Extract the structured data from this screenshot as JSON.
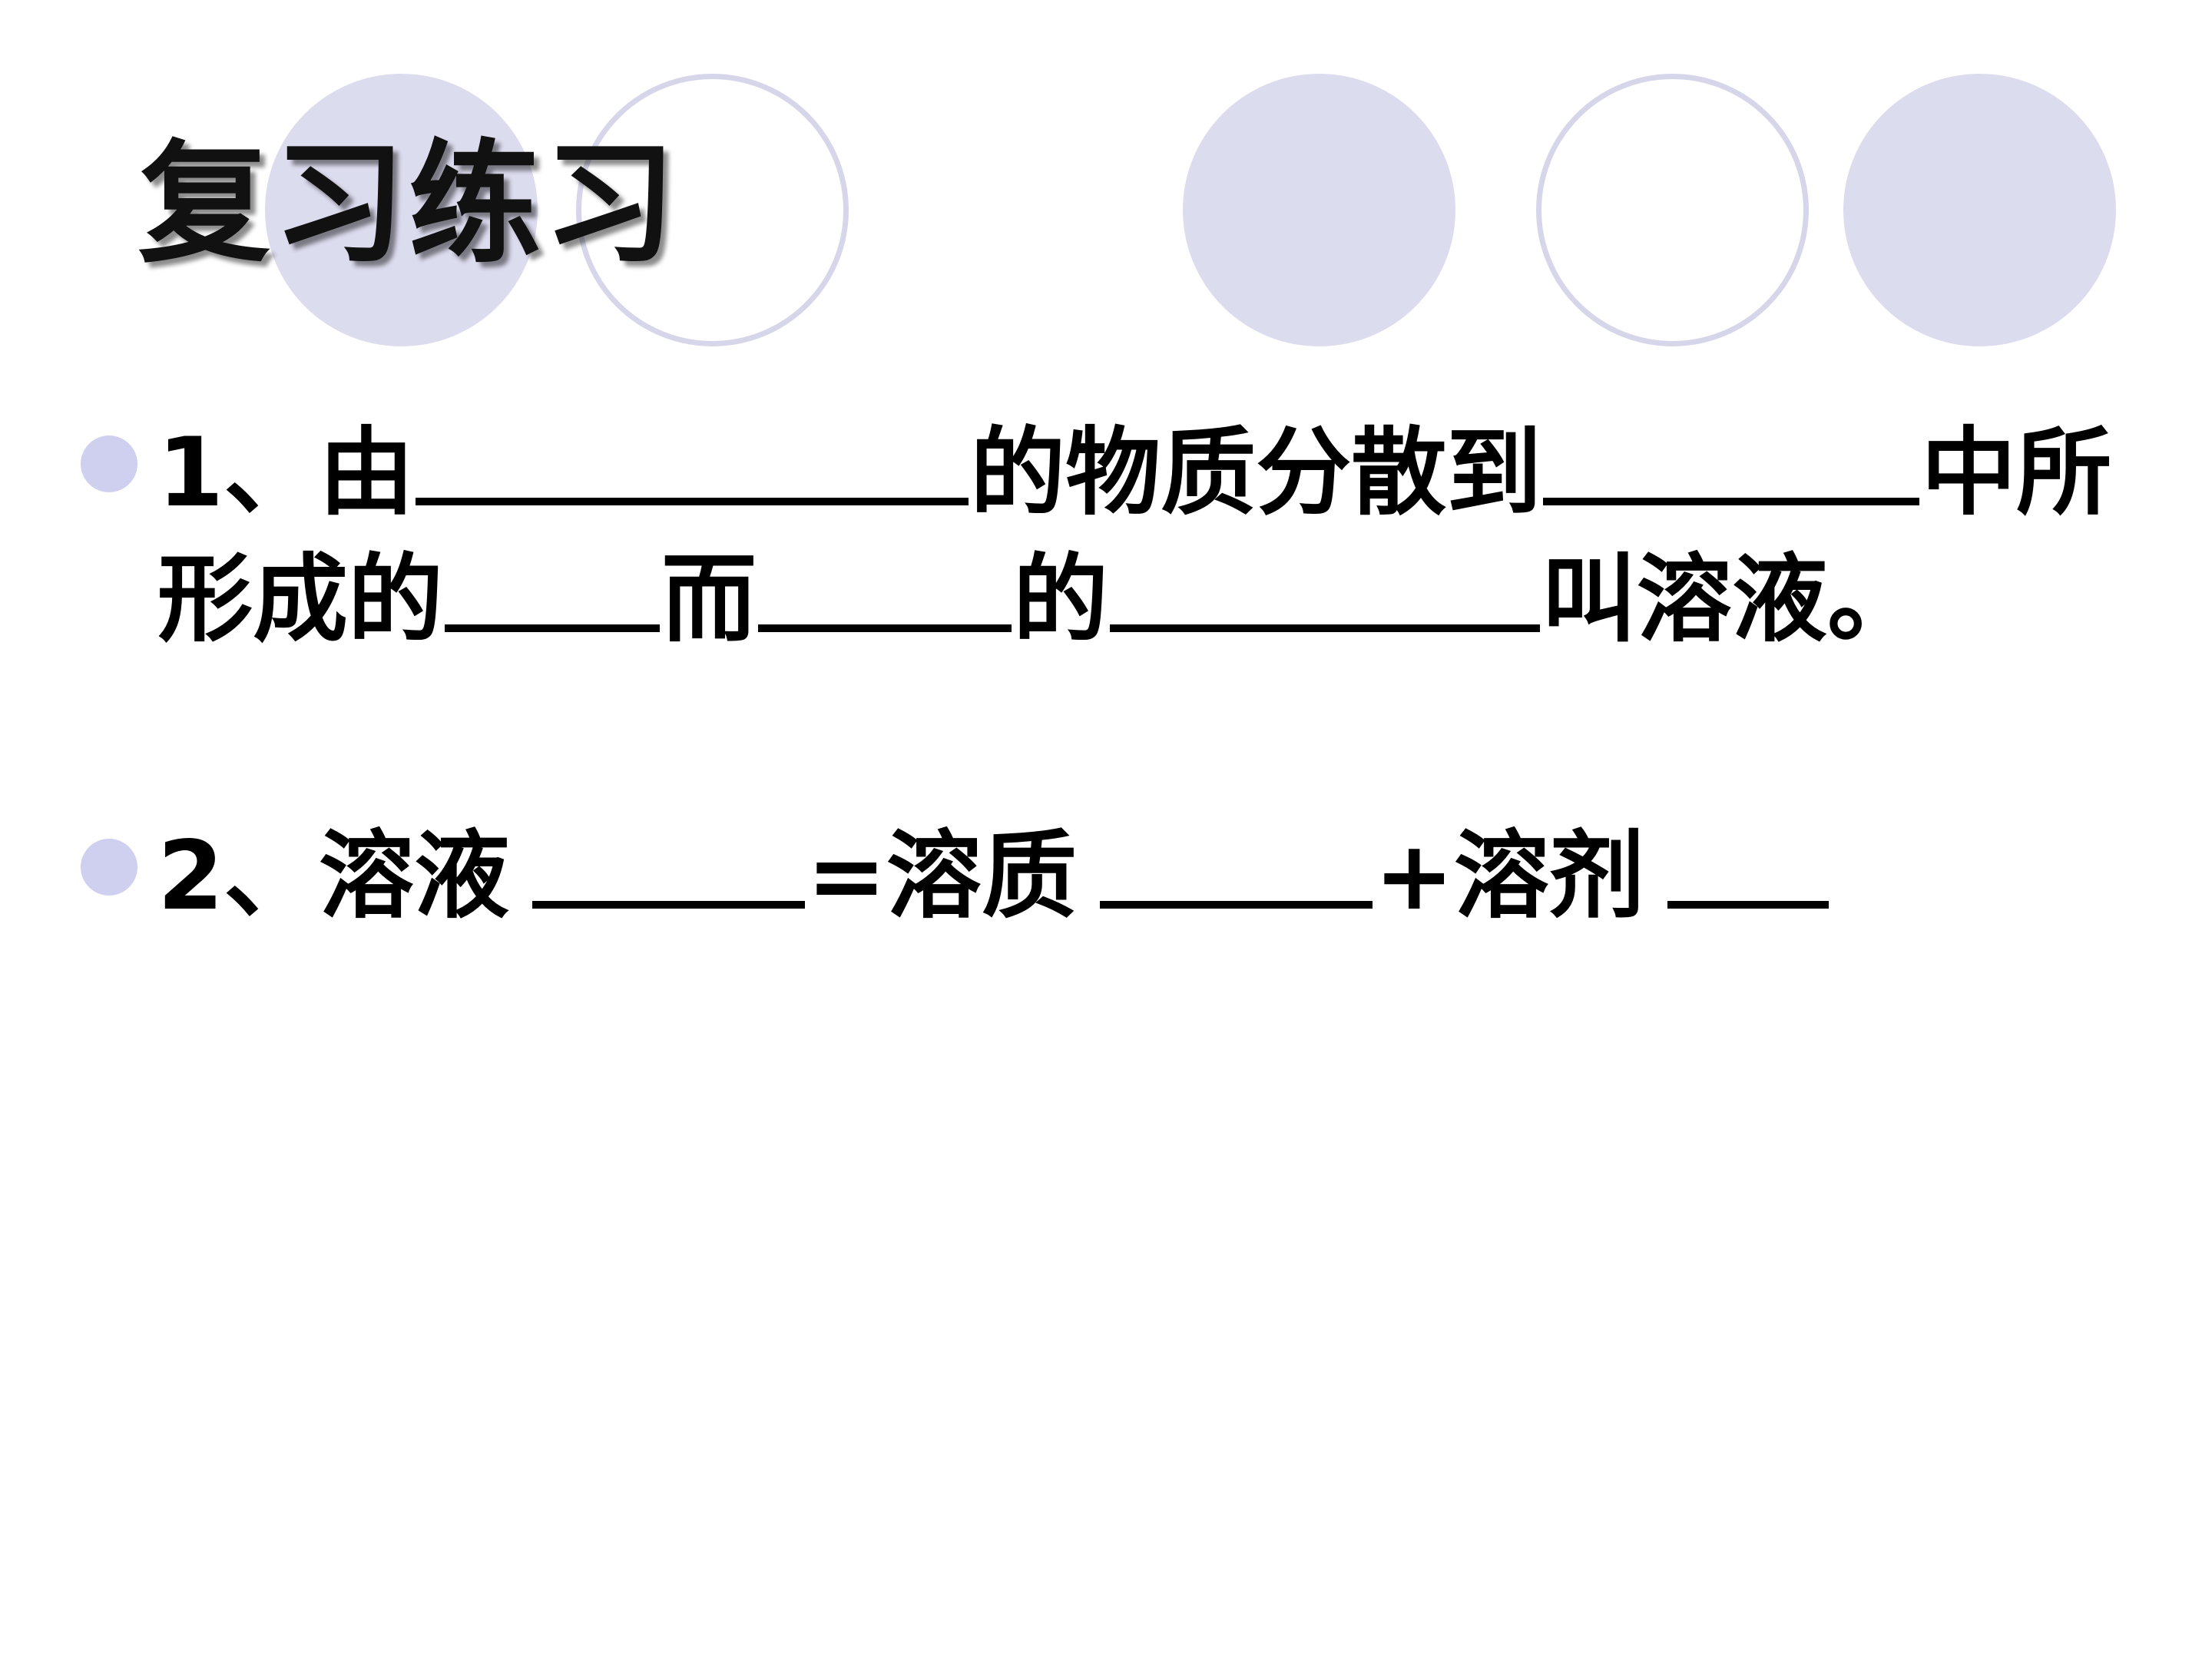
{
  "title": "复习练习",
  "questions": [
    {
      "line1_a": "1、由",
      "line1_b": "的物质分散到",
      "line1_c": "中所",
      "line2_a": "形成的",
      "line2_b": "而",
      "line2_c": "的",
      "line2_d": "叫溶液。"
    },
    {
      "part_a": "2、溶液",
      "part_b": "=溶质",
      "part_c": "+溶剂"
    }
  ],
  "colors": {
    "circle_fill": "#dcdcef",
    "circle_outline": "#d6d6ea",
    "bullet": "#cfd0f0"
  }
}
